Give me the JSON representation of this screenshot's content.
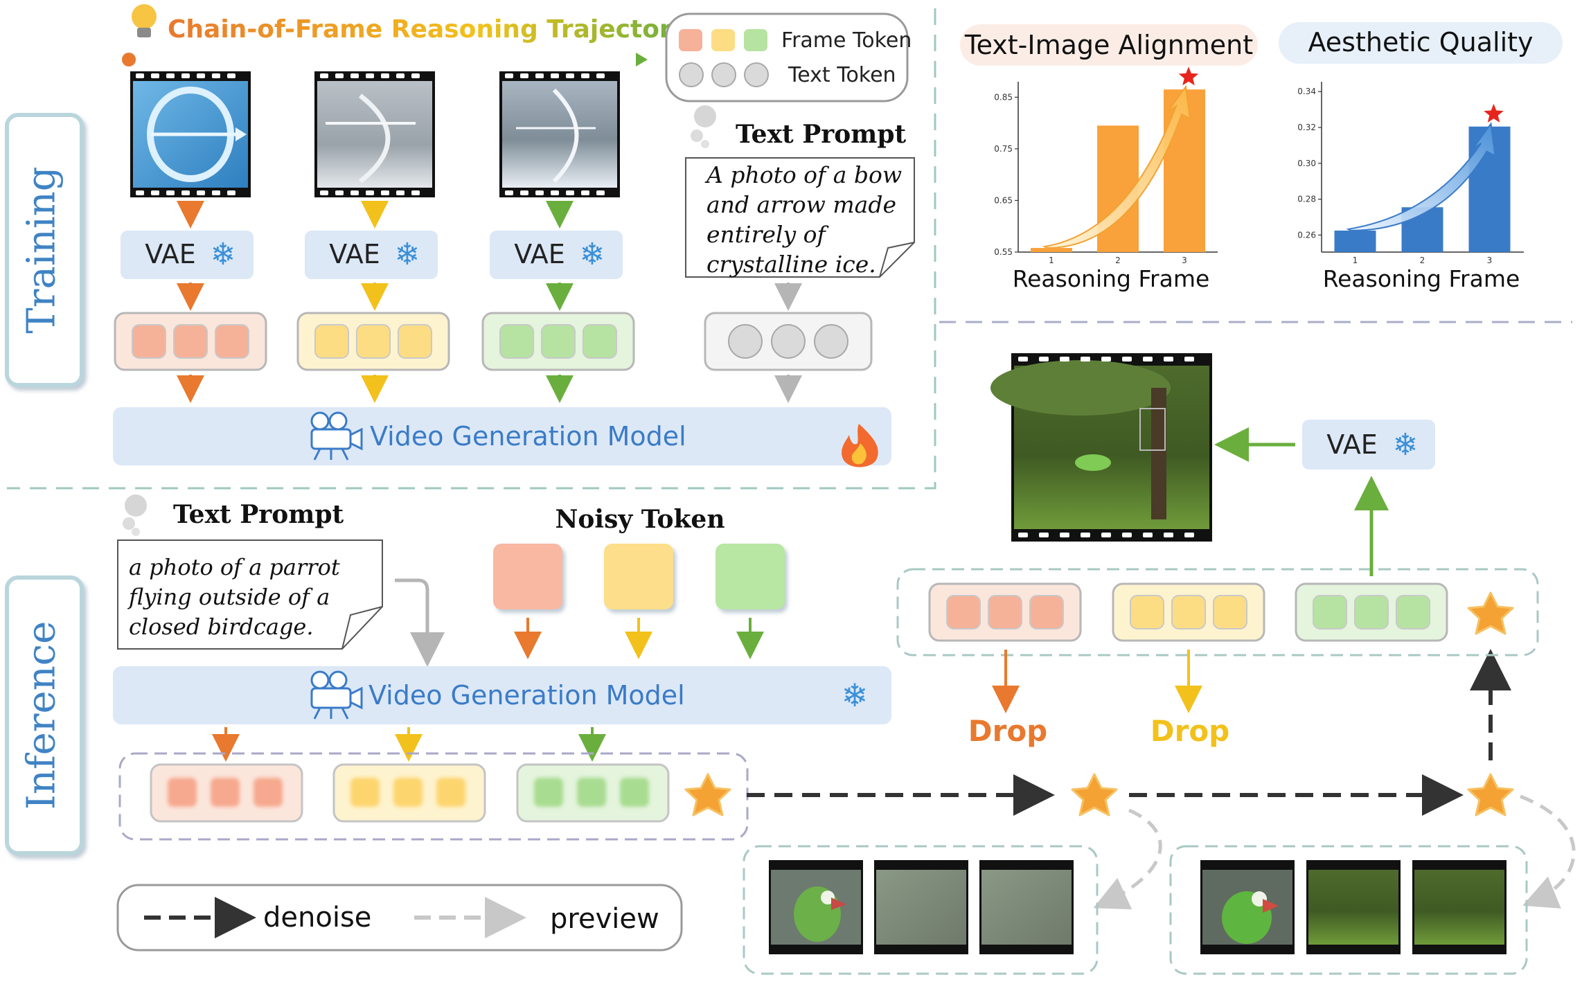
{
  "colors": {
    "orange": "#E8792E",
    "yellow": "#F2C11B",
    "green": "#6AAF3D",
    "gray_arrow": "#B5B5B5",
    "dark_arrow": "#333333",
    "panel_blue": "#DCE8F6",
    "model_text": "#3A7BC8",
    "star": "#F3A233",
    "chart_orange": "#F9A13A",
    "chart_blue": "#3A7BC8"
  },
  "training": {
    "side_label": "Training",
    "trajectory_title": "Chain-of-Frame Reasoning Trajectory",
    "legend": {
      "frame_token": "Frame Token",
      "text_token": "Text Token"
    },
    "text_prompt_title": "Text Prompt",
    "text_prompt_body": [
      "A photo of a bow",
      "and arrow made",
      "entirely  of",
      "crystalline ice."
    ],
    "vae_label": "VAE",
    "model_label": "Video Generation Model"
  },
  "inference": {
    "side_label": "Inference",
    "text_prompt_title": "Text Prompt",
    "text_prompt_body": [
      "a photo of a parrot",
      "flying outside of a",
      "closed birdcage."
    ],
    "noisy_token_title": "Noisy Token",
    "model_label": "Video Generation Model",
    "vae_label": "VAE",
    "drop_label_1": "Drop",
    "drop_label_2": "Drop",
    "legend": {
      "denoise": "denoise",
      "preview": "preview"
    }
  },
  "charts": [
    {
      "title": "Text-Image Alignment",
      "chart_data": {
        "type": "bar",
        "categories": [
          "1",
          "2",
          "3"
        ],
        "values": [
          0.558,
          0.795,
          0.865
        ],
        "ylim": [
          0.55,
          0.88
        ],
        "yticks": [
          0.55,
          0.65,
          0.75,
          0.85
        ],
        "ytick_labels": [
          "0.55",
          "0.65",
          "0.75",
          "0.85"
        ],
        "xlabel": "Reasoning Frame",
        "color": "#F9A13A"
      }
    },
    {
      "title": "Aesthetic Quality",
      "chart_data": {
        "type": "bar",
        "categories": [
          "1",
          "2",
          "3"
        ],
        "values": [
          0.2625,
          0.2755,
          0.3205
        ],
        "ylim": [
          0.2505,
          0.3455
        ],
        "yticks": [
          0.26,
          0.28,
          0.3,
          0.32,
          0.34
        ],
        "ytick_labels": [
          "0.26",
          "0.28",
          "0.30",
          "0.32",
          "0.34"
        ],
        "xlabel": "Reasoning Frame",
        "color": "#3A7BC8"
      }
    }
  ]
}
